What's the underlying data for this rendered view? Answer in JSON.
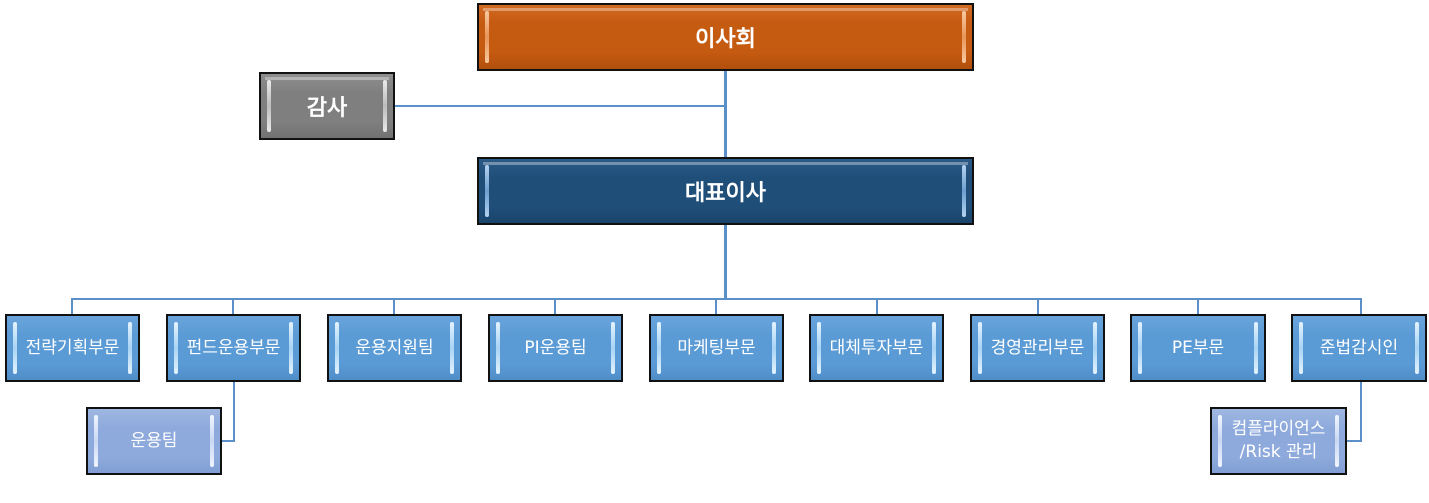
{
  "chart": {
    "board": {
      "label": "이사회",
      "color": "#C55A11"
    },
    "auditor": {
      "label": "감사",
      "color": "#7F7F7F"
    },
    "ceo": {
      "label": "대표이사",
      "color": "#1F4E79"
    },
    "departments": [
      {
        "label": "전략기획부문"
      },
      {
        "label": "펀드운용부문",
        "sub": {
          "label": "운용팀"
        }
      },
      {
        "label": "운용지원팀"
      },
      {
        "label": "PI운용팀"
      },
      {
        "label": "마케팅부문"
      },
      {
        "label": "대체투자부문"
      },
      {
        "label": "경영관리부문"
      },
      {
        "label": "PE부문"
      },
      {
        "label": "준법감시인",
        "sub": {
          "label": "컴플라이언스\n/Risk 관리"
        }
      }
    ],
    "colors": {
      "department": "#5B9BD5",
      "sub_team": "#8EAADC",
      "connector": "#5B8FC7"
    }
  }
}
